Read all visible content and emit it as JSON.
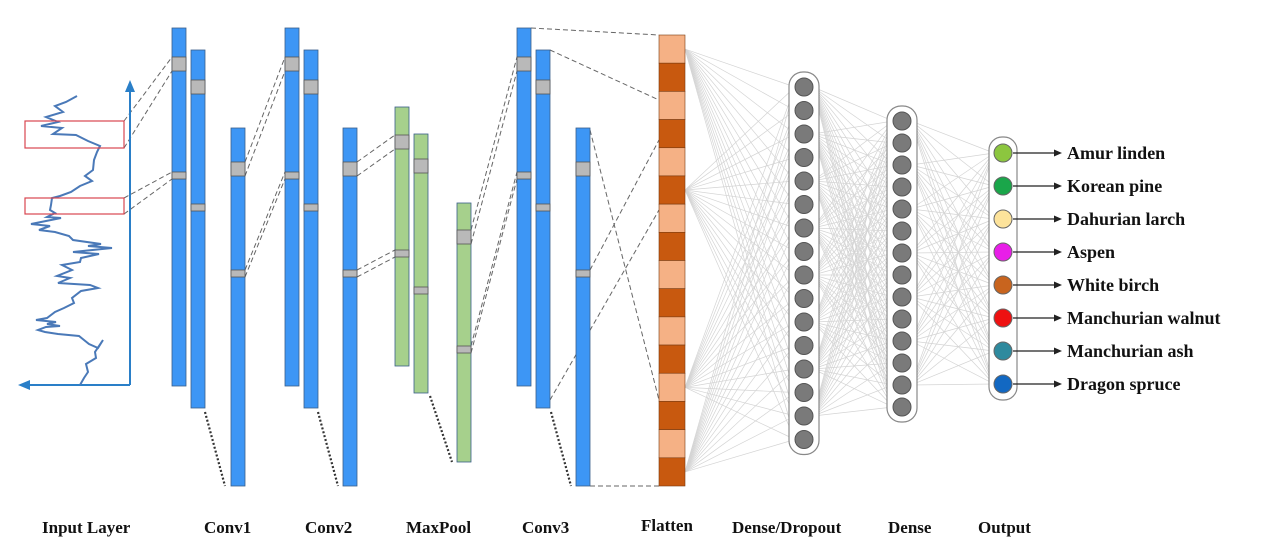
{
  "layers": [
    {
      "key": "input",
      "label": "Input Layer"
    },
    {
      "key": "conv1",
      "label": "Conv1"
    },
    {
      "key": "conv2",
      "label": "Conv2"
    },
    {
      "key": "maxpool",
      "label": "MaxPool"
    },
    {
      "key": "conv3",
      "label": "Conv3"
    },
    {
      "key": "flatten",
      "label": "Flatten"
    },
    {
      "key": "dense_dropout",
      "label": "Dense/Dropout"
    },
    {
      "key": "dense",
      "label": "Dense"
    },
    {
      "key": "output",
      "label": "Output"
    }
  ],
  "dense_dropout_neurons": 16,
  "dense_neurons": 14,
  "flatten_cells": 16,
  "outputs": [
    {
      "label": "Amur linden",
      "color": "#8cc63f"
    },
    {
      "label": "Korean pine",
      "color": "#1aa64a"
    },
    {
      "label": "Dahurian larch",
      "color": "#fde39b"
    },
    {
      "label": "Aspen",
      "color": "#e81ee8"
    },
    {
      "label": "White birch",
      "color": "#c8641e"
    },
    {
      "label": "Manchurian walnut",
      "color": "#ee1111"
    },
    {
      "label": "Manchurian ash",
      "color": "#2e8a9e"
    },
    {
      "label": "Dragon spruce",
      "color": "#1268c2"
    }
  ],
  "colors": {
    "conv": "#3d96f5",
    "pool": "#a6d08c",
    "flatten_light": "#f5b185",
    "flatten_dark": "#c8590f",
    "neuron": "#7a7a7a",
    "signal": "#4a79b8",
    "window": "#d9454f"
  }
}
